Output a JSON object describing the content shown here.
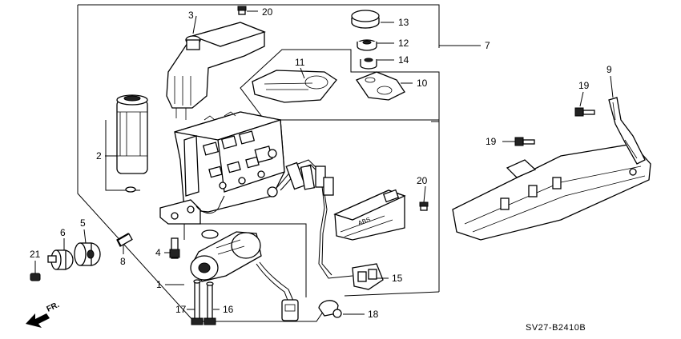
{
  "diagram": {
    "drawing_code": "SV27-B2410B",
    "direction_label": "FR.",
    "callouts": [
      {
        "id": "c1",
        "label": "1"
      },
      {
        "id": "c2",
        "label": "2"
      },
      {
        "id": "c3",
        "label": "3"
      },
      {
        "id": "c4",
        "label": "4"
      },
      {
        "id": "c5",
        "label": "5"
      },
      {
        "id": "c6",
        "label": "6"
      },
      {
        "id": "c7",
        "label": "7"
      },
      {
        "id": "c8",
        "label": "8"
      },
      {
        "id": "c9",
        "label": "9"
      },
      {
        "id": "c10",
        "label": "10"
      },
      {
        "id": "c11",
        "label": "11"
      },
      {
        "id": "c12",
        "label": "12"
      },
      {
        "id": "c13",
        "label": "13"
      },
      {
        "id": "c14",
        "label": "14"
      },
      {
        "id": "c15",
        "label": "15"
      },
      {
        "id": "c16",
        "label": "16"
      },
      {
        "id": "c17",
        "label": "17"
      },
      {
        "id": "c18",
        "label": "18"
      },
      {
        "id": "c19a",
        "label": "19"
      },
      {
        "id": "c19b",
        "label": "19"
      },
      {
        "id": "c20a",
        "label": "20"
      },
      {
        "id": "c20b",
        "label": "20"
      },
      {
        "id": "c21",
        "label": "21"
      }
    ]
  }
}
